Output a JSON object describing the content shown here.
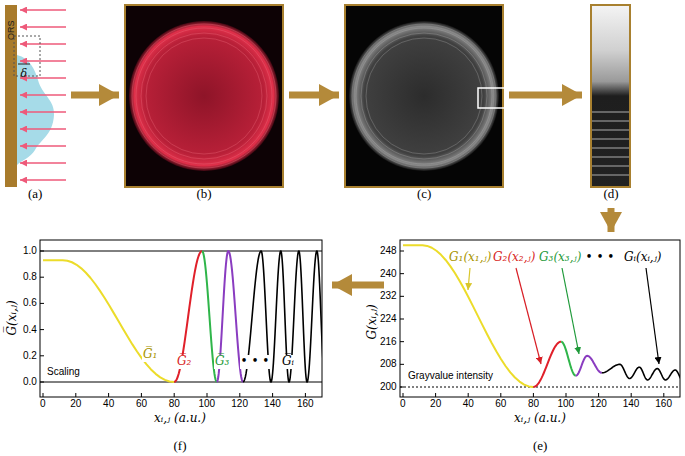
{
  "diagram": {
    "nodes": [
      {
        "text": [
          "(a)"
        ]
      },
      {
        "text": [
          "(b)"
        ]
      },
      {
        "text": [
          "(c)"
        ]
      },
      {
        "text": [
          "(d)"
        ]
      },
      {
        "text": [
          "(e)"
        ]
      },
      {
        "text": [
          "(f)"
        ]
      }
    ],
    "edges": [
      {
        "from": 0,
        "to": 1,
        "arrow": "to"
      },
      {
        "from": 1,
        "to": 2,
        "arrow": "to"
      },
      {
        "from": 2,
        "to": 3,
        "arrow": "to"
      },
      {
        "from": 3,
        "to": 4,
        "arrow": "to"
      },
      {
        "from": 4,
        "to": 5,
        "arrow": "to"
      }
    ],
    "labels": [
      "ORS",
      "δ",
      "248",
      "240",
      "232",
      "224",
      "216",
      "208",
      "200",
      "0",
      "20",
      "40",
      "60",
      "80",
      "100",
      "120",
      "140",
      "160",
      "G(xᵢ,ⱼ)",
      "xᵢ,ⱼ (a.u.)",
      "G₁(x₁,ⱼ)",
      "G₂(x₂,ⱼ)",
      "G₃(x₃,ⱼ)",
      "• • •",
      "Gᵢ(xᵢ,ⱼ)",
      "Grayvalue intensity",
      "0.0",
      "0.2",
      "0.4",
      "0.6",
      "0.8",
      "1.0",
      "0",
      "20",
      "40",
      "60",
      "80",
      "100",
      "120",
      "140",
      "160",
      "G̅(xᵢ,ⱼ)",
      "xᵢ,ⱼ (a.u.)",
      "Scaling",
      "G̅₁",
      "G̅₂",
      "G̅₃",
      "• • •",
      "G̅ᵢ"
    ]
  }
}
